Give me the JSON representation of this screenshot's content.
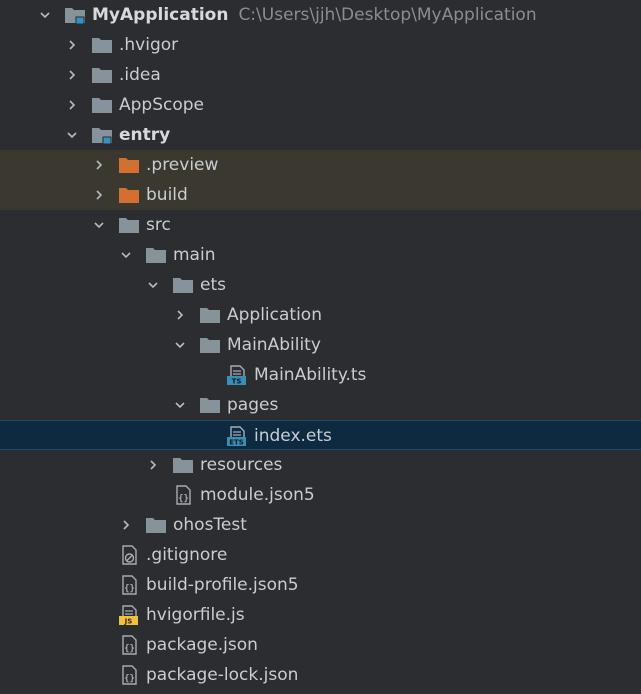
{
  "project": {
    "name": "MyApplication",
    "path": "C:\\Users\\jjh\\Desktop\\MyApplication"
  },
  "items": [
    {
      "label": "MyApplication",
      "depth": 0,
      "chevron": "expanded",
      "icon": "module-folder-icon",
      "kind": "project"
    },
    {
      "label": ".hvigor",
      "depth": 1,
      "chevron": "collapsed",
      "icon": "folder-icon"
    },
    {
      "label": ".idea",
      "depth": 1,
      "chevron": "collapsed",
      "icon": "folder-icon"
    },
    {
      "label": "AppScope",
      "depth": 1,
      "chevron": "collapsed",
      "icon": "folder-icon"
    },
    {
      "label": "entry",
      "depth": 1,
      "chevron": "expanded",
      "icon": "module-folder-icon",
      "bold": true
    },
    {
      "label": ".preview",
      "depth": 2,
      "chevron": "collapsed",
      "icon": "excluded-folder-icon",
      "excluded": true
    },
    {
      "label": "build",
      "depth": 2,
      "chevron": "collapsed",
      "icon": "excluded-folder-icon",
      "excluded": true
    },
    {
      "label": "src",
      "depth": 2,
      "chevron": "expanded",
      "icon": "folder-icon"
    },
    {
      "label": "main",
      "depth": 3,
      "chevron": "expanded",
      "icon": "folder-icon"
    },
    {
      "label": "ets",
      "depth": 4,
      "chevron": "expanded",
      "icon": "folder-icon"
    },
    {
      "label": "Application",
      "depth": 5,
      "chevron": "collapsed",
      "icon": "folder-icon"
    },
    {
      "label": "MainAbility",
      "depth": 5,
      "chevron": "expanded",
      "icon": "folder-icon"
    },
    {
      "label": "MainAbility.ts",
      "depth": 6,
      "chevron": "none",
      "icon": "ts-file-icon"
    },
    {
      "label": "pages",
      "depth": 5,
      "chevron": "expanded",
      "icon": "folder-icon"
    },
    {
      "label": "index.ets",
      "depth": 6,
      "chevron": "none",
      "icon": "ets-file-icon",
      "selected": true
    },
    {
      "label": "resources",
      "depth": 4,
      "chevron": "collapsed",
      "icon": "folder-icon"
    },
    {
      "label": "module.json5",
      "depth": 4,
      "chevron": "none",
      "icon": "json-file-icon"
    },
    {
      "label": "ohosTest",
      "depth": 3,
      "chevron": "collapsed",
      "icon": "folder-icon"
    },
    {
      "label": ".gitignore",
      "depth": 2,
      "chevron": "none",
      "icon": "gitignore-file-icon"
    },
    {
      "label": "build-profile.json5",
      "depth": 2,
      "chevron": "none",
      "icon": "json-file-icon"
    },
    {
      "label": "hvigorfile.js",
      "depth": 2,
      "chevron": "none",
      "icon": "js-file-icon"
    },
    {
      "label": "package.json",
      "depth": 2,
      "chevron": "none",
      "icon": "json-file-icon"
    },
    {
      "label": "package-lock.json",
      "depth": 2,
      "chevron": "none",
      "icon": "json-file-icon"
    }
  ],
  "icon_text": {
    "ts": "TS",
    "ets": "ETS",
    "js": "JS"
  },
  "colors": {
    "background": "#2b2d30",
    "folder": "#87939a",
    "excluded_folder": "#d27032",
    "module_marker": "#3592c4",
    "selection": "#0d2a40",
    "excluded_row": "#3a382f",
    "js_badge": "#f0c040"
  }
}
